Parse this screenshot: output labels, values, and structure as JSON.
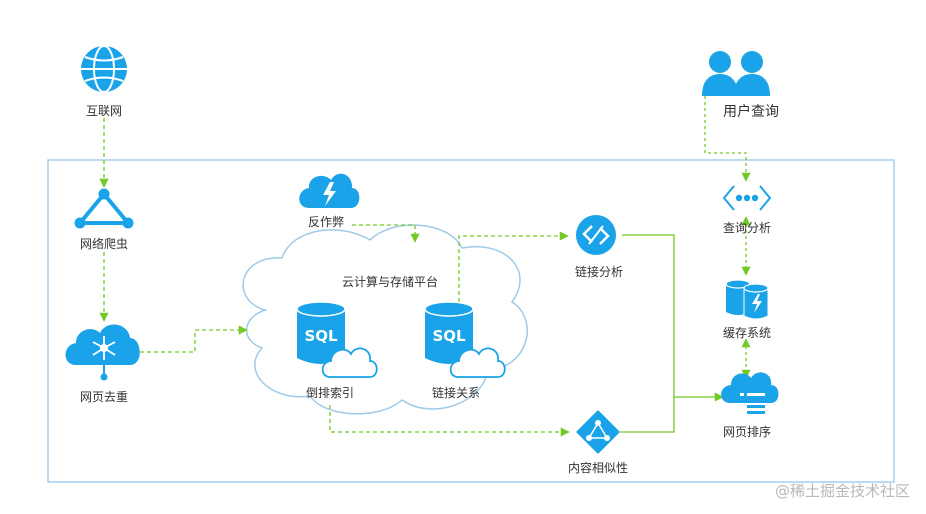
{
  "colors": {
    "icon_blue": "#1aa3e8",
    "frame_blue": "#a7cdea",
    "cloud_outline": "#9fcbe8",
    "dashed_arrow": "#73c926",
    "solid_arrow": "#73c926"
  },
  "nodes": {
    "internet": {
      "label": "互联网",
      "icon": "globe-icon"
    },
    "crawler": {
      "label": "网络爬虫",
      "icon": "network-triangle-icon"
    },
    "dedup": {
      "label": "网页去重",
      "icon": "cloud-hub-icon"
    },
    "anti_spam": {
      "label": "反作弊",
      "icon": "cloud-lightning-icon"
    },
    "platform": {
      "label": "云计算与存储平台",
      "icon": "cloud-outline"
    },
    "inverted_index": {
      "label": "倒排索引",
      "icon": "sql-database-icon",
      "badge": "SQL"
    },
    "link_relation": {
      "label": "链接关系",
      "icon": "sql-database-icon",
      "badge": "SQL"
    },
    "link_analysis": {
      "label": "链接分析",
      "icon": "link-analysis-icon"
    },
    "similarity": {
      "label": "内容相似性",
      "icon": "diamond-network-icon"
    },
    "user_query": {
      "label": "用户查询",
      "icon": "users-icon"
    },
    "query_analysis": {
      "label": "查询分析",
      "icon": "code-dots-icon"
    },
    "cache": {
      "label": "缓存系统",
      "icon": "cache-cylinder-icon"
    },
    "ranking": {
      "label": "网页排序",
      "icon": "cloud-ranking-icon"
    }
  },
  "watermark": "@稀土掘金技术社区"
}
